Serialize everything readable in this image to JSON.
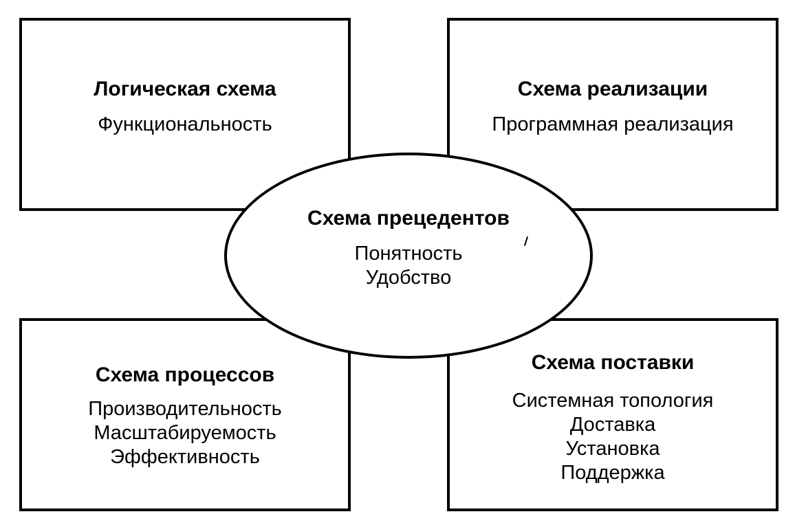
{
  "diagram": {
    "logical": {
      "title": "Логическая схема",
      "items": [
        "Функциональность"
      ]
    },
    "implementation": {
      "title": "Схема реализации",
      "items": [
        "Программная реализация"
      ]
    },
    "use_cases": {
      "title": "Схема прецедентов",
      "items": [
        "Понятность",
        "Удобство"
      ]
    },
    "process": {
      "title": "Схема процессов",
      "items": [
        "Производительность",
        "Масштабируемость",
        "Эффективность"
      ]
    },
    "deployment": {
      "title": "Схема поставки",
      "items": [
        "Системная топология",
        "Доставка",
        "Установка",
        "Поддержка"
      ]
    }
  }
}
